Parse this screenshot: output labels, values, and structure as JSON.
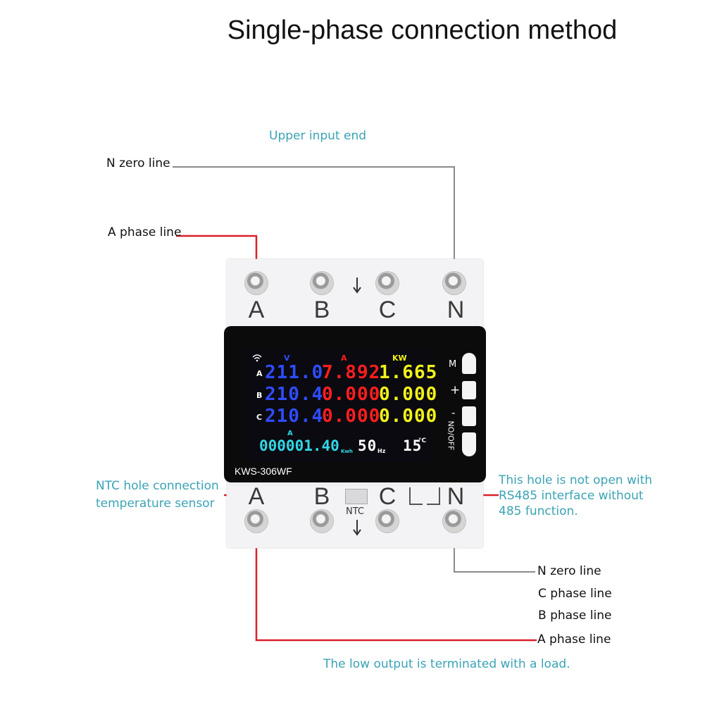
{
  "title": "Single-phase connection method",
  "labels": {
    "upper_input": "Upper input end",
    "n_zero_top": "N zero line",
    "a_phase_top": "A phase line",
    "ntc_hole": "NTC hole connection",
    "temp_sensor": "temperature sensor",
    "rs485_1": "This hole is not open with",
    "rs485_2": "RS485 interface without",
    "rs485_3": "485 function.",
    "n_zero_bottom": "N zero line",
    "c_phase": "C phase line",
    "b_phase": "B phase line",
    "a_phase_bottom": "A phase line",
    "low_output": "The low output is terminated with a load."
  },
  "device": {
    "model": "KWS-306WF",
    "top_terminals": [
      "A",
      "B",
      "C",
      "N"
    ],
    "bottom_terminals": [
      "A",
      "B",
      "C",
      "N"
    ],
    "ntc_label": "NTC",
    "screen": {
      "unit_v": "V",
      "unit_a": "A",
      "unit_kw": "KW",
      "rows": [
        {
          "phase": "A",
          "v": "211.0",
          "a": "7.892",
          "kw": "1.665"
        },
        {
          "phase": "B",
          "v": "210.4",
          "a": "0.000",
          "kw": "0.000"
        },
        {
          "phase": "C",
          "v": "210.4",
          "a": "0.000",
          "kw": "0.000"
        }
      ],
      "energy_unit_top": "A",
      "energy": "000001.40",
      "energy_unit": "Kwh",
      "freq": "50",
      "freq_unit": "Hz",
      "temp": "15",
      "temp_unit": "°C"
    },
    "buttons": [
      "M",
      "+",
      "-",
      "NO/OFF"
    ]
  },
  "colors": {
    "teal_text": "#3aa3b5",
    "wire_red": "#d9202a",
    "wire_gray": "#8a8a8a",
    "lcd_blue": "#2f4cff",
    "lcd_red": "#ff1e1e",
    "lcd_yellow": "#f2f21a",
    "lcd_cyan": "#33d6e6"
  }
}
